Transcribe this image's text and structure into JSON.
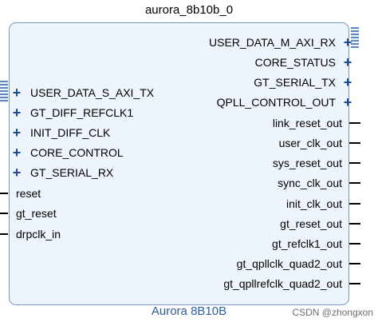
{
  "instance_name": "aurora_8b10b_0",
  "ip_name": "Aurora 8B10B",
  "watermark": "CSDN @zhongxon",
  "left_bus_ports": [
    "USER_DATA_S_AXI_TX",
    "GT_DIFF_REFCLK1",
    "INIT_DIFF_CLK",
    "CORE_CONTROL",
    "GT_SERIAL_RX"
  ],
  "left_signal_ports": [
    "reset",
    "gt_reset",
    "drpclk_in"
  ],
  "right_bus_ports": [
    "USER_DATA_M_AXI_RX",
    "CORE_STATUS",
    "GT_SERIAL_TX",
    "QPLL_CONTROL_OUT"
  ],
  "right_signal_ports": [
    "link_reset_out",
    "user_clk_out",
    "sys_reset_out",
    "sync_clk_out",
    "init_clk_out",
    "gt_reset_out",
    "gt_refclk1_out",
    "gt_qpllclk_quad2_out",
    "gt_qpllrefclk_quad2_out"
  ],
  "colors": {
    "block_fill": "#eef4fb",
    "block_border": "#7a98c0",
    "bus_icon": "#1d4b8f",
    "ip_name_text": "#2f5d9a"
  }
}
